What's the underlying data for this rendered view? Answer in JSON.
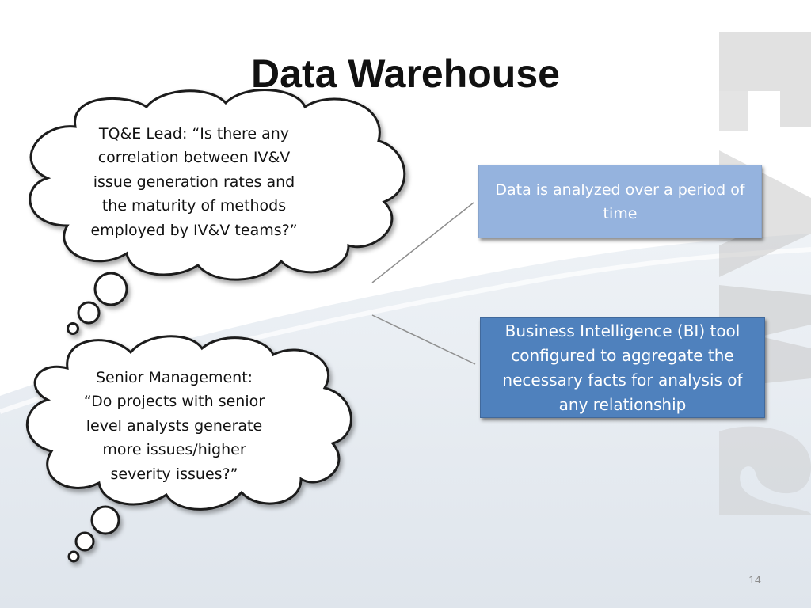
{
  "slide": {
    "title": "Data Warehouse",
    "page_number": "14"
  },
  "clouds": [
    {
      "speaker_question": [
        "TQ&E Lead: “Is there any",
        "correlation between IV&V",
        "issue generation rates and",
        "the maturity of methods",
        "employed by IV&V teams?”"
      ]
    },
    {
      "speaker_question": [
        "Senior Management:",
        "“Do projects with senior",
        "level analysts generate",
        "more issues/higher",
        "severity issues?”"
      ]
    }
  ],
  "boxes": {
    "analysis_period": "Data is analyzed over a period of time",
    "bi_tool": "Business Intelligence (BI) tool configured to aggregate the necessary facts for analysis of any relationship"
  },
  "watermark": {
    "letters": "SWAT"
  },
  "colors": {
    "box_light": "#95b3de",
    "box_dark": "#4f81bd",
    "cloud_fill": "#ffffff",
    "cloud_outline": "#1a1a1a"
  }
}
